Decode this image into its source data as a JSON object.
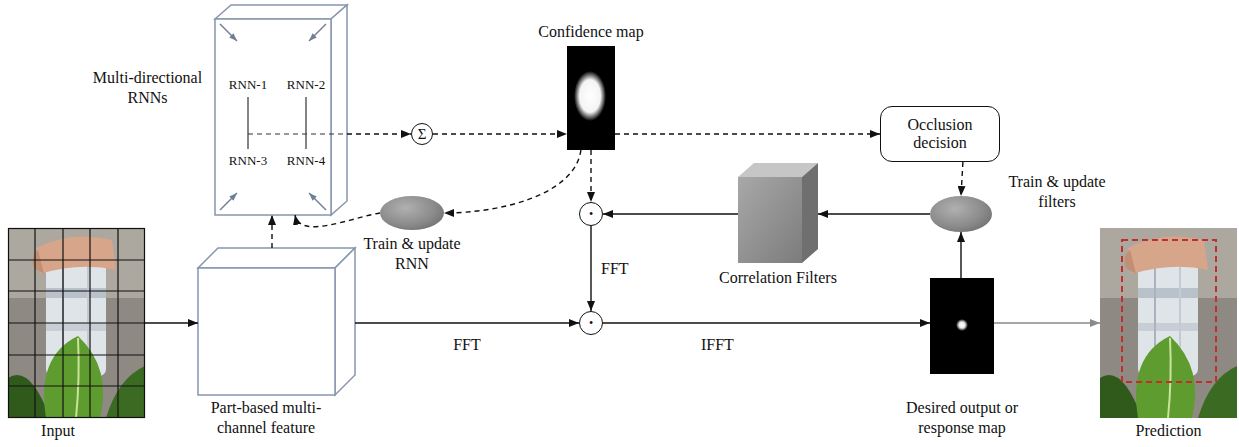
{
  "diagram": {
    "nodes": [
      {
        "text": [
          "Multi-directional RNNs",
          "RNN-1",
          "RNN-2",
          "RNN-3",
          "RNN-4"
        ]
      },
      {
        "text": [
          "Σ"
        ]
      },
      {
        "text": [
          "Confidence map"
        ]
      },
      {
        "text": [
          "Occlusion decision"
        ]
      },
      {
        "text": [
          "Train & update filters"
        ]
      },
      {
        "text": [
          "Correlation Filters"
        ]
      },
      {
        "text": [
          "Train & update RNN"
        ]
      },
      {
        "text": [
          "•"
        ]
      },
      {
        "text": [
          "•"
        ]
      },
      {
        "text": [
          "Input"
        ]
      },
      {
        "text": [
          "Part-based multi-channel feature"
        ]
      },
      {
        "text": [
          "Desired output or response map"
        ]
      },
      {
        "text": [
          "Prediction"
        ]
      }
    ],
    "edges": [
      {
        "from": 9,
        "to": 10,
        "arrow": "to"
      },
      {
        "from": 10,
        "to": 0,
        "arrow": "to"
      },
      {
        "from": 0,
        "to": 1,
        "arrow": "to"
      },
      {
        "from": 1,
        "to": 2,
        "arrow": "to"
      },
      {
        "from": 2,
        "to": 3,
        "arrow": "to"
      },
      {
        "from": 3,
        "to": 4,
        "arrow": "to"
      },
      {
        "from": 4,
        "to": 5,
        "arrow": "to"
      },
      {
        "from": 5,
        "to": 7,
        "arrow": "to"
      },
      {
        "from": 2,
        "to": 7,
        "arrow": "to"
      },
      {
        "from": 7,
        "to": 8,
        "label": "FFT",
        "arrow": "to"
      },
      {
        "from": 10,
        "to": 8,
        "label": "FFT",
        "arrow": "to"
      },
      {
        "from": 8,
        "to": 11,
        "label": "IFFT",
        "arrow": "to"
      },
      {
        "from": 11,
        "to": 4,
        "arrow": "to"
      },
      {
        "from": 11,
        "to": 12,
        "arrow": "to"
      },
      {
        "from": 2,
        "to": 6,
        "arrow": "to"
      },
      {
        "from": 6,
        "to": 0,
        "arrow": "to"
      }
    ]
  }
}
